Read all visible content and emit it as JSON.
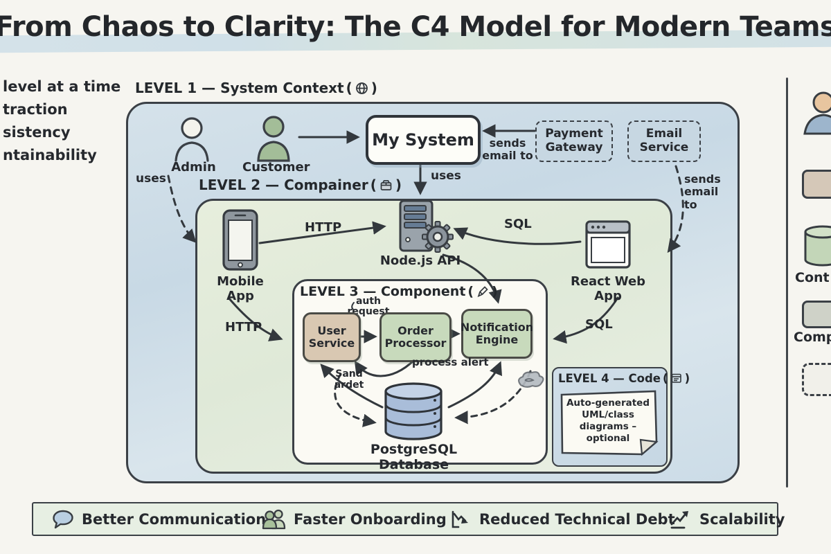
{
  "title": "From Chaos to Clarity: The C4 Model for Modern Teams",
  "left_notes": [
    "level at a time",
    "traction",
    "sistency",
    "ntainability"
  ],
  "punct": {
    "open": "(",
    "close": ")"
  },
  "levels": {
    "level1": {
      "label": "LEVEL 1 — System Context"
    },
    "level2": {
      "label": "LEVEL 2 — Compainer"
    },
    "level3": {
      "label": "LEVEL 3 — Component"
    },
    "level4": {
      "label": "LEVEL 4 — Code",
      "note": "Auto-generated UML/class diagrams – optional"
    }
  },
  "actors": {
    "admin": "Admin",
    "customer": "Customer"
  },
  "systems": {
    "my_system": "My System",
    "payment_gateway": "Payment Gateway",
    "email_service": "Email Service"
  },
  "containers": {
    "mobile_app": "Mobile App",
    "nodejs_api": "Node.js API",
    "react_web_app": "React Web App"
  },
  "components": {
    "user_service": "User Service",
    "order_processor": "Order Processor",
    "notification_engine": "Notification Engine"
  },
  "database": {
    "label": "PostgreSQL Database"
  },
  "edges": {
    "uses_admin": "uses",
    "uses_system": "uses",
    "sends_email_payment": "sends email to",
    "sends_email_service": "sends email to",
    "http_context": "HTTP",
    "http_component": "HTTP",
    "sql_context": "SQL",
    "sql_component": "SQL",
    "auth_request": "auth request",
    "process_alert": "process alert",
    "send_order": "Sand ardet"
  },
  "legend": {
    "container": "Cont",
    "component": "Comp"
  },
  "footer": {
    "items": [
      {
        "icon": "speech-bubble-icon",
        "label": "Better Communication"
      },
      {
        "icon": "people-icon",
        "label": "Faster Onboarding"
      },
      {
        "icon": "declining-chart-icon",
        "label": "Reduced Technical Debt"
      },
      {
        "icon": "rising-arrow-icon",
        "label": "Scalability"
      }
    ]
  },
  "colors": {
    "background": "#f6f5f0",
    "ink": "#33383d",
    "level1_fill": "#cedde7",
    "level2_fill": "#e3ebdd",
    "level3_fill": "#fbfaf4",
    "level4_fill": "#cddce6",
    "external_fill": "#c7d7e2",
    "user_service_fill": "#d9c8b2",
    "component_green": "#c8dabc",
    "database_blue": "#a9bdd9",
    "customer_green": "#a3bd98",
    "footer_fill": "#e7efe3",
    "title_highlight": "#cfdfe8"
  }
}
